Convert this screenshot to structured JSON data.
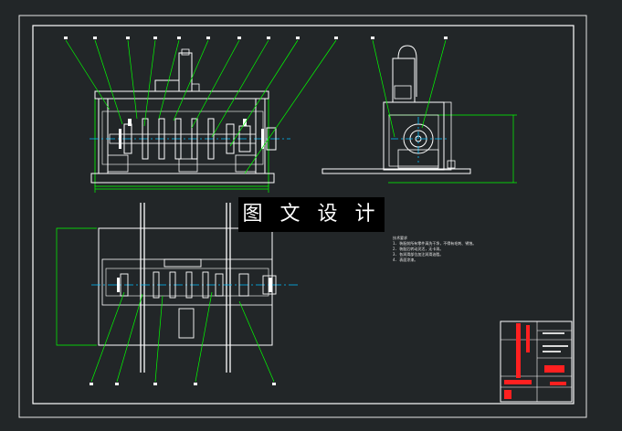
{
  "watermark": {
    "text": "图 文 设 计"
  },
  "technical_notes": {
    "heading": "技术要求",
    "lines": [
      "1. 装配前所有零件清洗干净，不得有毛刺、锈蚀。",
      "2. 装配后转动灵活，无卡滞。",
      "3. 各润滑部位加注润滑油脂。",
      "4. 表面涂漆。"
    ]
  },
  "colors": {
    "background": "#222628",
    "frame": "#ffffff",
    "leader": "#00ff00",
    "centerline": "#00bfff",
    "part": "#ffffff",
    "accent": "#ff2020",
    "title_text": "#ff3030"
  }
}
